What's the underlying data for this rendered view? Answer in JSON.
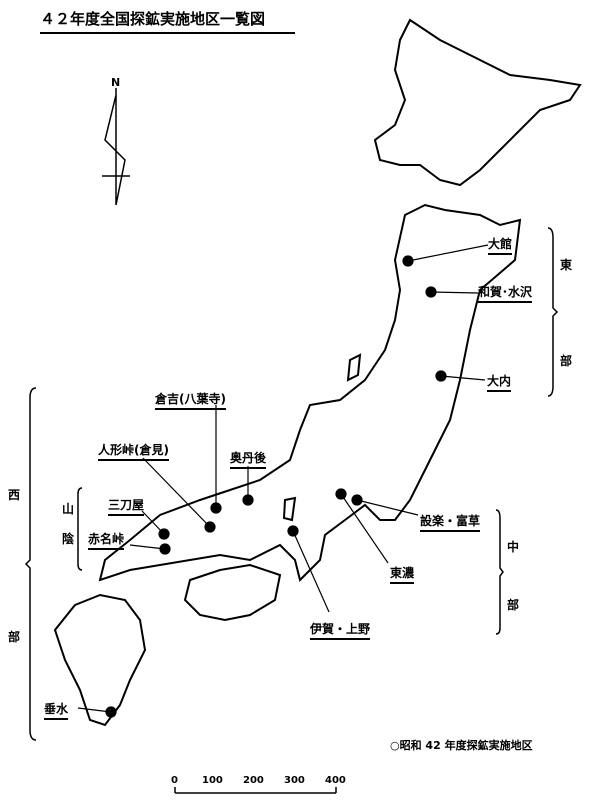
{
  "title": "４２年度全国探鉱実施地区一覧図",
  "north_label": "N",
  "regions": {
    "east": [
      "東",
      "部"
    ],
    "central": [
      "中",
      "部"
    ],
    "west": [
      "西",
      "部"
    ],
    "sanin": [
      "山",
      "陰"
    ]
  },
  "sites": {
    "odate": "大館",
    "waga": "和賀･水沢",
    "ouchi": "大内",
    "kurayoshi": "倉吉(八葉寺)",
    "ningyotoge": "人形峠(倉見)",
    "okutango": "奥丹後",
    "mitoya": "三刀屋",
    "akanatoge": "赤名峠",
    "shitara": "設楽・富草",
    "tono": "東濃",
    "iga": "伊賀・上野",
    "tarumizu": "垂水"
  },
  "legend": "○昭和 42 年度探鉱実施地区",
  "scale": [
    "0",
    "100",
    "200",
    "300",
    "400"
  ]
}
